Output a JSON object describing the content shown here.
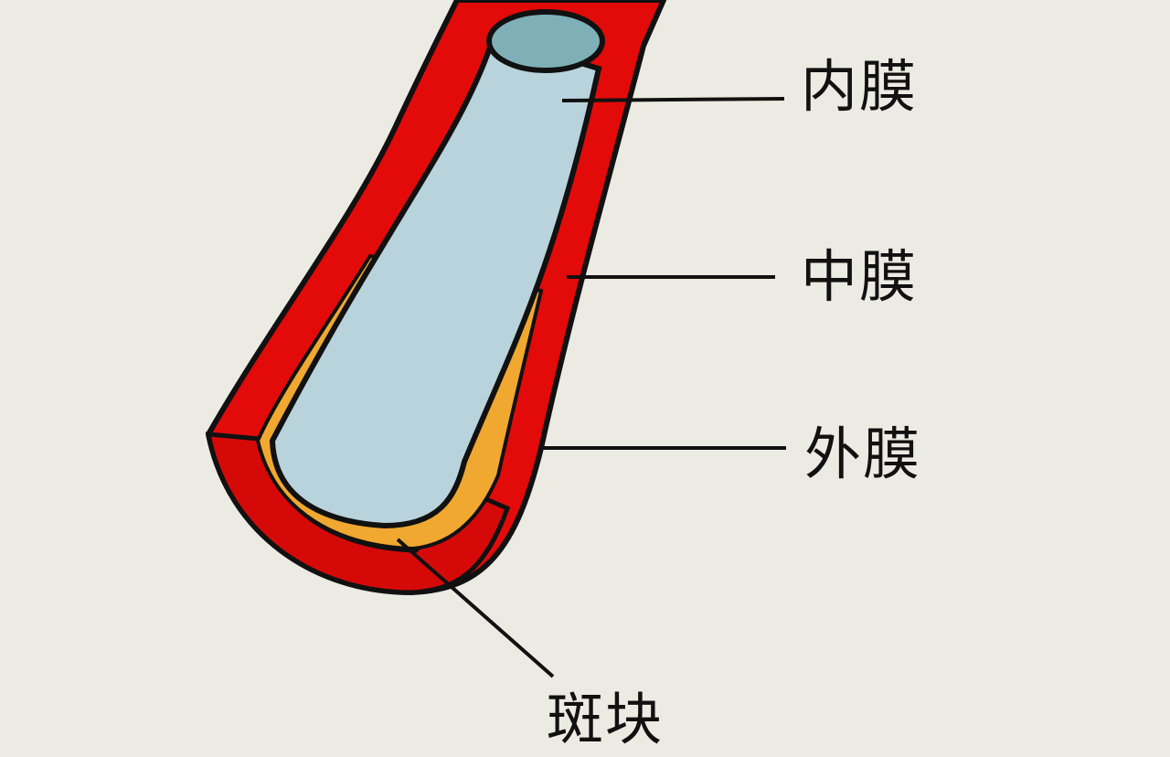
{
  "labels": {
    "intima": "内膜",
    "media": "中膜",
    "adventitia": "外膜",
    "plaque": "斑块"
  },
  "colors": {
    "background": "#ecebe3",
    "wall": "#e30a0a",
    "wall_dark": "#c80808",
    "lumen": "#b9d3dc",
    "lumen_end": "#7fb0b8",
    "plaque": "#f0a830",
    "outline": "#111111"
  }
}
